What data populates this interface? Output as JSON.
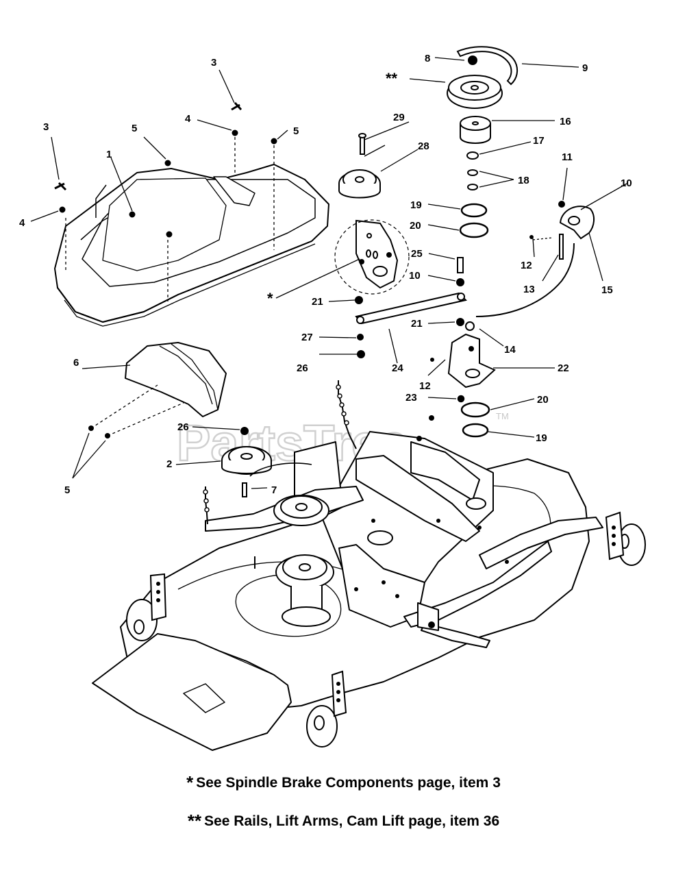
{
  "watermark": {
    "text": "PartsTree",
    "trademark": "TM"
  },
  "callouts": {
    "c1": "1",
    "c2": "2",
    "c3a": "3",
    "c3b": "3",
    "c4a": "4",
    "c4b": "4",
    "c5a": "5",
    "c5b": "5",
    "c5c": "5",
    "c6": "6",
    "c7": "7",
    "c8": "8",
    "c9": "9",
    "c10a": "10",
    "c10b": "10",
    "c11": "11",
    "c12a": "12",
    "c12b": "12",
    "c13": "13",
    "c14": "14",
    "c15": "15",
    "c16": "16",
    "c17": "17",
    "c18": "18",
    "c19a": "19",
    "c19b": "19",
    "c20a": "20",
    "c20b": "20",
    "c21a": "21",
    "c21b": "21",
    "c22": "22",
    "c23": "23",
    "c24": "24",
    "c25": "25",
    "c26a": "26",
    "c26b": "26",
    "c27": "27",
    "c28": "28",
    "c29": "29",
    "cstar": "*",
    "cdstar": "**"
  },
  "notes": {
    "note1_marker": "*",
    "note1_text": "See Spindle Brake Components page, item 3",
    "note2_marker": "**",
    "note2_text": "See Rails, Lift Arms, Cam Lift page, item 36"
  }
}
